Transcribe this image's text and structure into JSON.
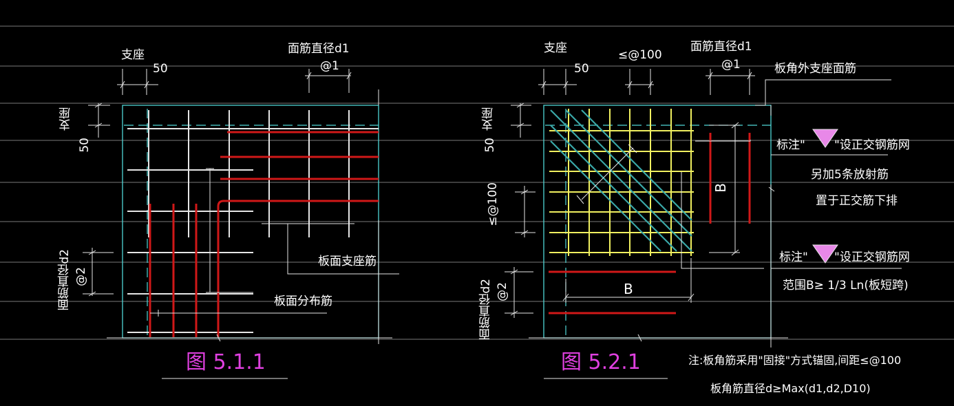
{
  "colors": {
    "background": "#000000",
    "frame": "#4fd8d8",
    "white_bar": "#e6e6e6",
    "red_bar": "#d01818",
    "yellow_bar": "#f0f060",
    "diag_bar": "#3aa8a8",
    "caption": "#e040e0",
    "triangle": "#e888e8",
    "guide": "#bbbbbb"
  },
  "fig1": {
    "support_label": "支座",
    "dim_50_top": "50",
    "top_bar_dia_label": "面筋直径d1",
    "top_bar_spacing": "@1",
    "left_support_label": "支座",
    "left_dim_50": "50",
    "left_bar_dia_label": "面筋直径d2",
    "left_bar_spacing": "@2",
    "support_bar_label": "板面支座筋",
    "dist_bar_label": "板面分布筋",
    "caption": "图 5.1.1"
  },
  "fig2": {
    "support_label": "支座",
    "dim_50_top": "50",
    "spacing_100_top": "≤@100",
    "top_bar_dia_label": "面筋直径d1",
    "top_bar_spacing": "@1",
    "corner_bar_label": "板角外支座面筋",
    "left_support_label": "支座",
    "left_dim_50": "50",
    "left_spacing_100": "≤@100",
    "left_bar_dia_label": "面筋直径d2",
    "left_bar_spacing": "@2",
    "mark1_prefix": "标注\"",
    "mark1_suffix": "\"设正交钢筋网",
    "extra_radial_1": "另加5条放射筋",
    "extra_radial_2": "置于正交筋下排",
    "mark2_prefix": "标注\"",
    "mark2_suffix": "\"设正交钢筋网",
    "range_note": "范围B≥ 1/3 Ln(板短跨)",
    "dim_B_vertical": "B",
    "dim_B_horizontal": "B",
    "caption": "图 5.2.1",
    "note_1": "注:板角筋采用\"固接\"方式锚固,间距≤@100",
    "note_2": "板角筋直径d≥Max(d1,d2,D10)"
  }
}
